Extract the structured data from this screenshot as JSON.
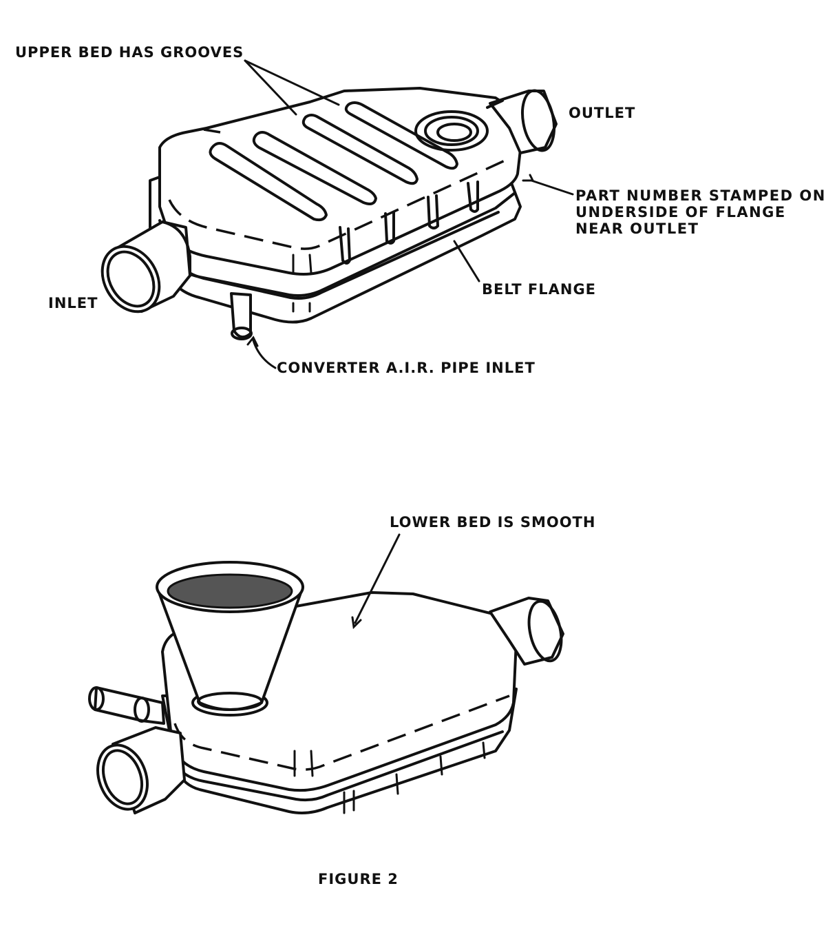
{
  "top_view": {
    "labels": {
      "upper_bed": "UPPER BED HAS GROOVES",
      "outlet": "OUTLET",
      "part_number_lines": [
        "PART NUMBER STAMPED ON",
        "UNDERSIDE OF FLANGE",
        "NEAR OUTLET"
      ],
      "inlet": "INLET",
      "belt_flange": "BELT FLANGE",
      "air_pipe": "CONVERTER A.I.R. PIPE INLET"
    }
  },
  "bottom_view": {
    "labels": {
      "lower_bed": "LOWER BED IS SMOOTH"
    }
  },
  "caption": "FIGURE 2"
}
